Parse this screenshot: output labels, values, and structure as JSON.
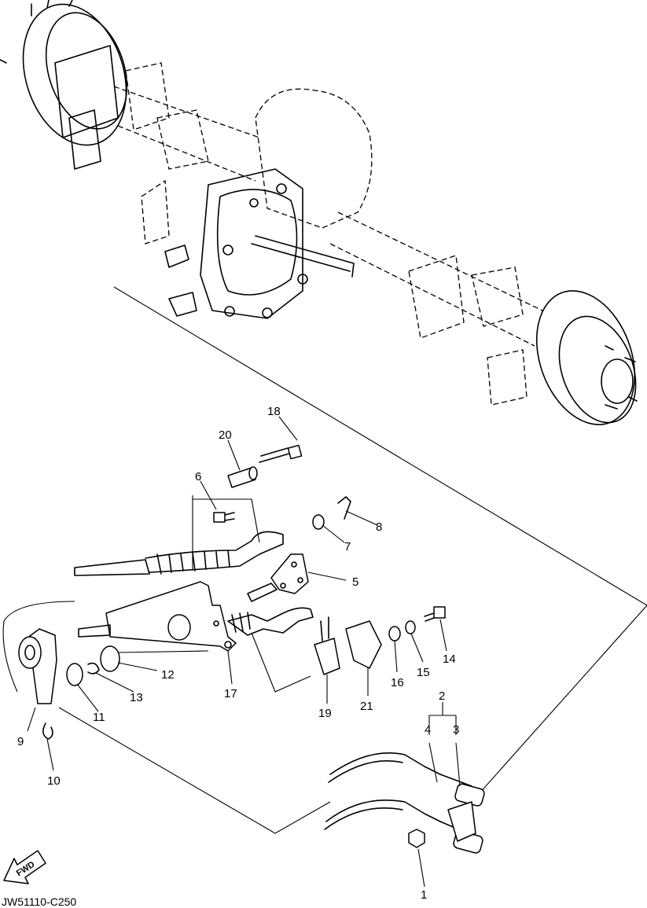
{
  "diagram": {
    "drawing_code": "JW51110-C250",
    "fwd_label": "FWD",
    "callouts": [
      "1",
      "2",
      "3",
      "4",
      "5",
      "6",
      "7",
      "8",
      "9",
      "10",
      "11",
      "12",
      "13",
      "14",
      "15",
      "16",
      "17",
      "18",
      "19",
      "20",
      "21"
    ]
  }
}
